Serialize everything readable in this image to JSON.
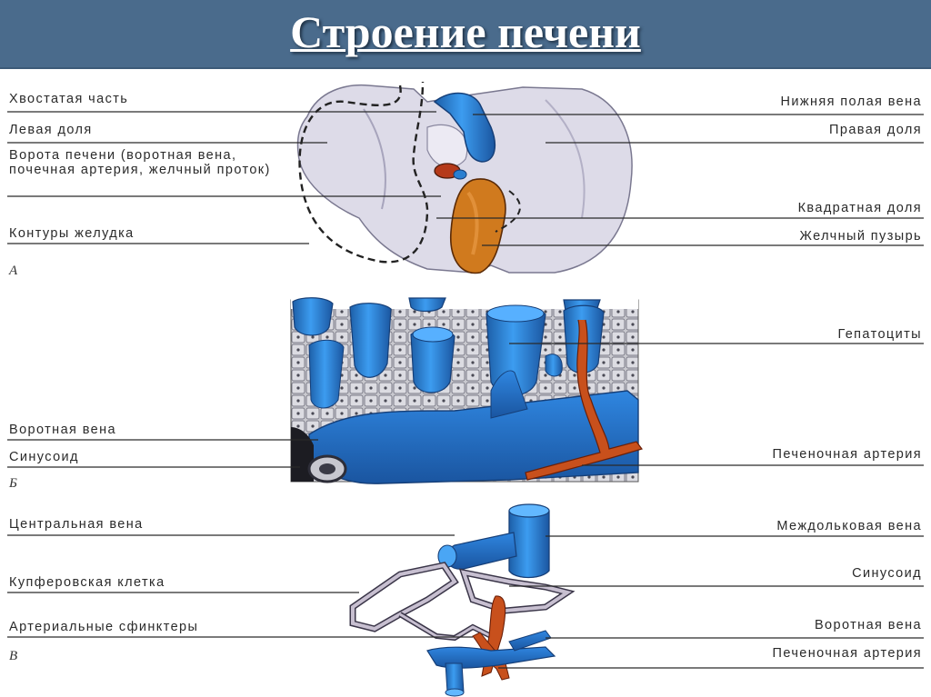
{
  "title": "Строение печени",
  "panels": {
    "a": {
      "letter": "А",
      "left_labels": [
        "Хвостатая часть",
        "Левая доля",
        "Ворота печени (воротная вена, почечная артерия, желчный проток)",
        "Контуры желудка"
      ],
      "right_labels": [
        "Нижняя полая вена",
        "Правая доля",
        "Квадратная доля",
        "Желчный пузырь"
      ]
    },
    "b": {
      "letter": "Б",
      "left_labels": [
        "Воротная вена",
        "Синусоид"
      ],
      "right_labels": [
        "Гепатоциты",
        "Печеночная артерия"
      ]
    },
    "c": {
      "letter": "В",
      "left_labels": [
        "Центральная вена",
        "Купферовская клетка",
        "Артериальные сфинктеры"
      ],
      "right_labels": [
        "Междольковая вена",
        "Синусоид",
        "Воротная вена",
        "Печеночная артерия"
      ]
    }
  },
  "colors": {
    "header": "#4a6b8c",
    "vein_blue": "#2a7fd0",
    "artery_red": "#c8501c",
    "gallbladder": "#d07a1e",
    "liver": "#d9d6e6"
  }
}
